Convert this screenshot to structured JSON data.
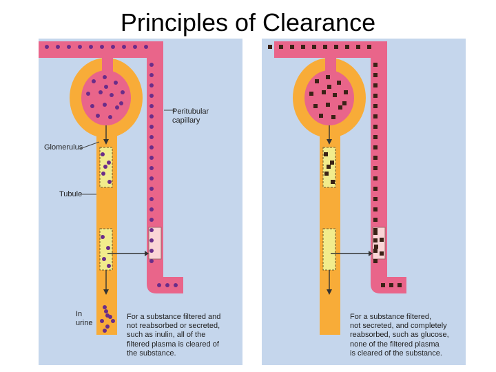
{
  "slide": {
    "title": "Principles of Clearance"
  },
  "left_panel": {
    "labels": {
      "peritubular": [
        "Peritubular",
        "capillary"
      ],
      "glomerulus": "Glomerulus",
      "tubule": "Tubule",
      "urine": [
        "In",
        "urine"
      ]
    },
    "caption": [
      "For a substance filtered and",
      "not reabsorbed or secreted,",
      "such as inulin, all of the",
      "filtered plasma is cleared of",
      "the substance."
    ]
  },
  "right_panel": {
    "caption": [
      "For a substance filtered,",
      "not secreted, and completely",
      "reabsorbed, such as glucose,",
      "none of the filtered plasma",
      "is cleared of the substance."
    ]
  },
  "colors": {
    "background": "#c5d6ec",
    "tubule": "#f8ac38",
    "capillary": "#e9658a",
    "filtrate": "#f2ec8c",
    "cleared_segment": "#fbd5d6",
    "inulin_dot": "#6a2d89",
    "glucose_square": "#3a2216"
  }
}
